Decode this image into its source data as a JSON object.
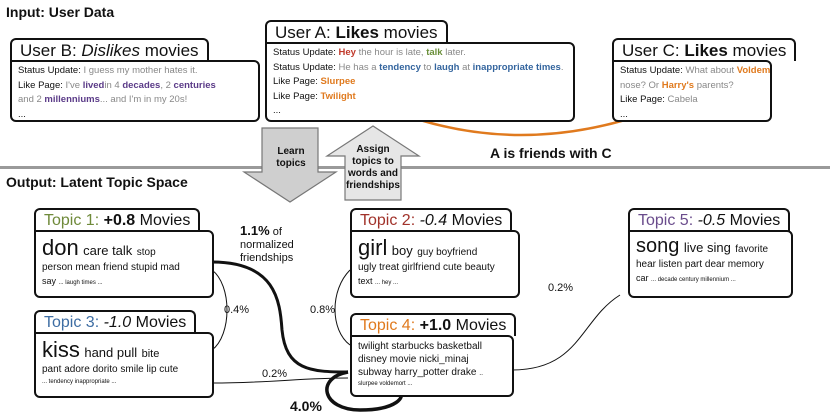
{
  "input_title": "Input: User Data",
  "output_title": "Output: Latent Topic Space",
  "users": {
    "b": {
      "title_prefix": "User B: ",
      "title_em": "Dislikes",
      "title_suffix": " movies",
      "status_label": "Status Update:",
      "status_text": "I guess my mother hates it.",
      "like_label": "Like Page:",
      "like_1": "I've",
      "like_2": "lived",
      "like_3": "in 4",
      "like_4": "decades",
      "like_5": ", 2",
      "like_6": "centuries",
      "like_7": "and 2",
      "like_8": "millenniums",
      "like_9": "... and I'm in my 20s!",
      "more": "..."
    },
    "a": {
      "title_prefix": "User A: ",
      "title_bold": "Likes",
      "title_suffix": " movies",
      "status_label": "Status Update:",
      "s1": "Hey",
      "s2": "the hour is late,",
      "s3": "talk",
      "s4": "later.",
      "line2_label": "Status Update:",
      "t1": "He has a",
      "t2": "tendency",
      "t3": "to",
      "t4": "laugh",
      "t5": "at",
      "t6": "inappropriate times",
      "t7": ".",
      "like_label": "Like Page:",
      "like_1": "Slurpee",
      "like_label_2": "Like Page:",
      "like_2": "Twilight",
      "more": "..."
    },
    "c": {
      "title_prefix": "User C: ",
      "title_bold": "Likes",
      "title_suffix": " movies",
      "status_label": "Status Update:",
      "c1": "What about",
      "c2": "Voldemort's",
      "c3": "nose? Or",
      "c4": "Harry's",
      "c5": "parents?",
      "like_label": "Like Page:",
      "like_1": "Cabela",
      "more": "..."
    }
  },
  "friend_label": "A is friends with C",
  "arrows": {
    "learn": "Learn topics",
    "assign": "Assign topics to words and friendships"
  },
  "normalized": {
    "pct": "1.1%",
    "suffix": "of",
    "rest": "normalized friendships"
  },
  "topics": {
    "t1": {
      "name": "Topic 1:",
      "score": "+0.8",
      "movies": "Movies",
      "w_big": "don",
      "w_mid": "care talk",
      "w_small": "stop",
      "line2": "person mean friend stupid mad",
      "line3a": "say",
      "line3b": "... laugh times ..."
    },
    "t2": {
      "name": "Topic 2:",
      "score": "-0.4",
      "movies": "Movies",
      "w_big": "girl",
      "w_mid": "boy",
      "w_small": "guy boyfriend",
      "line2": "ugly treat girlfriend cute beauty",
      "line3a": "text",
      "line3b": "... hey ..."
    },
    "t3": {
      "name": "Topic 3:",
      "score": "-1.0",
      "movies": "Movies",
      "w_big": "kiss",
      "w_mid": "hand pull",
      "w_small": "bite",
      "line2": "pant adore dorito smile lip cute",
      "line3b": "... tendency inappropriate ..."
    },
    "t4": {
      "name": "Topic 4:",
      "score": "+1.0",
      "movies": "Movies",
      "line1": "twilight starbucks basketball",
      "line2": "disney movie nicki_minaj",
      "line3": "subway harry_potter drake",
      "line3b": "..",
      "line4": "slurpee voldemort ..."
    },
    "t5": {
      "name": "Topic 5:",
      "score": "-0.5",
      "movies": "Movies",
      "w_big": "song",
      "w_mid": "live sing",
      "w_small": "favorite",
      "line2": "hear listen part dear memory",
      "line3a": "car",
      "line3b": "... decade century millennium ..."
    }
  },
  "edges": {
    "e13": "0.4%",
    "e24": "0.8%",
    "e34": "0.2%",
    "e45": "0.2%",
    "self4": "4.0%"
  },
  "colors": {
    "t1": "#6f8a3a",
    "t2": "#a1322a",
    "t3": "#3d6da3",
    "t4": "#e07a1e",
    "t5": "#6a4c8c",
    "purple": "#5b3b88",
    "red": "#c0392b",
    "green": "#6a8f3a",
    "blue": "#34659e",
    "orange": "#e07a1e"
  }
}
